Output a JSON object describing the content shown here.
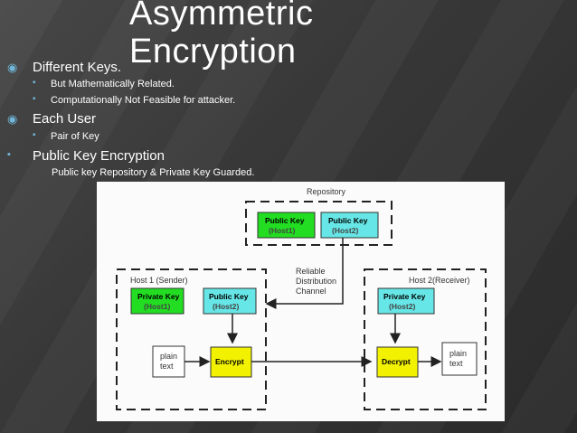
{
  "title": {
    "line1": "Asymmetric",
    "line2": "Encryption"
  },
  "bullets": {
    "different_keys": "Different Keys.",
    "math_related": "But Mathematically Related.",
    "not_feasible": "Computationally Not Feasible for attacker.",
    "each_user": "Each User",
    "pair_of_key": "Pair of Key",
    "public_key_encryption": "Public Key Encryption",
    "repository_note": "Public key Repository & Private Key Guarded."
  },
  "diagram": {
    "repository": "Repository",
    "repo_pk1_l1": "Public Key",
    "repo_pk1_l2": "(Host1)",
    "repo_pk2_l1": "Public Key",
    "repo_pk2_l2": "(Host2)",
    "channel_l1": "Reliable",
    "channel_l2": "Distribution",
    "channel_l3": "Channel",
    "host1_label": "Host 1 (Sender)",
    "host2_label": "Host 2(Receiver)",
    "h1_priv_l1": "Private Key",
    "h1_priv_l2": "(Host1)",
    "h1_pub_l1": "Public Key",
    "h1_pub_l2": "(Host2)",
    "h2_priv_l1": "Private Key",
    "h2_priv_l2": "(Host2)",
    "plain1_l1": "plain",
    "plain1_l2": "text",
    "encrypt": "Encrypt",
    "decrypt": "Decrypt",
    "plain2_l1": "plain",
    "plain2_l2": "text"
  },
  "colors": {
    "green": "#22dd22",
    "cyan": "#66e6e6",
    "yellow": "#f2f200",
    "bullet": "#6fb6d9"
  }
}
